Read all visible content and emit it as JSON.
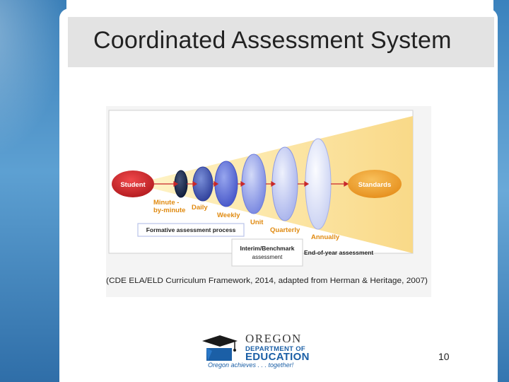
{
  "slide": {
    "title": "Coordinated Assessment System",
    "page_number": "10"
  },
  "diagram": {
    "start_label": "Student",
    "end_label": "Standards",
    "stages": [
      "Minute -",
      "by-minute",
      "Daily",
      "Weekly",
      "Unit",
      "Quarterly",
      "Annually"
    ],
    "formative_label": "Formative assessment process",
    "interim_label_1": "Interim/Benchmark",
    "interim_label_2": "assessment",
    "end_of_year_label": "End-of-year assessment",
    "citation": "(CDE ELA/ELD Curriculum Framework, 2014, adapted from Herman & Heritage, 2007)"
  },
  "logo": {
    "org": "OREGON",
    "dept": "DEPARTMENT OF",
    "edu": "EDUCATION",
    "tagline": "Oregon achieves . . . together!"
  },
  "colors": {
    "border_blue": "#3a7fb8",
    "student_red": "#d8282c",
    "standards_orange": "#f0a431",
    "stage_blue": "#5566d6",
    "label_orange": "#e08a10"
  }
}
